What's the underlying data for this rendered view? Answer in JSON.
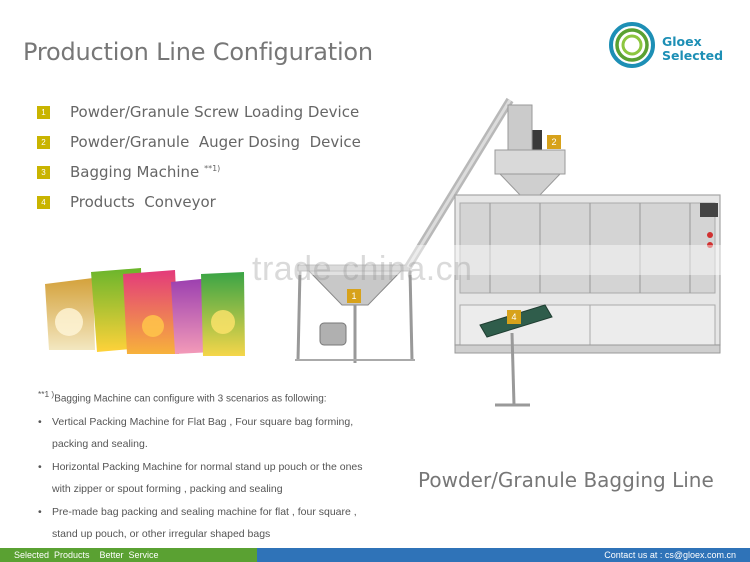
{
  "page": {
    "title": "Production Line Configuration",
    "subtitle": "Powder/Granule Bagging Line",
    "watermark": "trade china.cn"
  },
  "logo": {
    "line1": "Gloex",
    "line2": "Selected"
  },
  "list": [
    {
      "num": "1",
      "label": "Powder/Granule Screw Loading Device"
    },
    {
      "num": "2",
      "label": "Powder/Granule  Auger Dosing  Device"
    },
    {
      "num": "3",
      "label": "Bagging Machine ",
      "sup": "**1)"
    },
    {
      "num": "4",
      "label": "Products  Conveyor"
    }
  ],
  "notes": {
    "head_sup": "**1 )",
    "head": "Bagging Machine can configure with 3 scenarios as following:",
    "b1a": "Vertical Packing Machine for Flat Bag , Four square bag forming,",
    "b1b": "packing and sealing.",
    "b2a": "Horizontal Packing Machine for normal stand up pouch or the ones",
    "b2b": "with zipper or spout  forming , packing and sealing",
    "b3a": " Pre-made bag packing and sealing machine for flat , four square ,",
    "b3b": "stand up pouch, or other irregular shaped bags"
  },
  "machine_labels": [
    "1",
    "2",
    "4"
  ],
  "footer": {
    "left": "Selected  Products    Better  Service",
    "right": "Contact us at :  cs@gloex.com.cn"
  },
  "colors": {
    "badge": "#c9b400",
    "machine_badge": "#d7a21b",
    "footer_green": "#5aa132",
    "footer_blue": "#2f73b8",
    "logo_blue": "#1d8fb5"
  }
}
